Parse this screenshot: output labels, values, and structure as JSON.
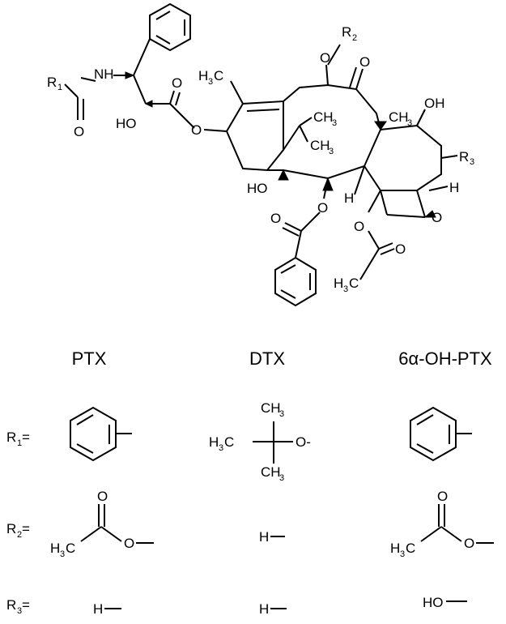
{
  "structure_labels": {
    "r1": "R",
    "r1_sub": "1",
    "nh": "NH",
    "o_amide": "O",
    "ho_side": "HO",
    "o_ester": "O",
    "o_ester_link": "O",
    "h3c_top": "H",
    "h3c_top_sub": "3",
    "h3c_top_c": "C",
    "o_r2": "O",
    "r2": "R",
    "r2_sub": "2",
    "o_ketone": "O",
    "ch3_a": "CH",
    "ch3_a_sub": "3",
    "ch3_b": "CH",
    "ch3_b_sub": "3",
    "ch3_c": "CH",
    "ch3_c_sub": "3",
    "oh_top": "OH",
    "r3": "R",
    "r3_sub": "3",
    "ho_ring": "HO",
    "h_ring": "H",
    "h_right": "H",
    "o_benzoyl": "O",
    "o_benzoyl_carbonyl": "O",
    "o_oxetane": "O",
    "o_acetyl": "O",
    "o_acetyl_carbonyl": "O",
    "h3c_acetyl": "H",
    "h3c_acetyl_sub": "3",
    "h3c_acetyl_c": "C"
  },
  "columns": [
    "PTX",
    "DTX",
    "6α-OH-PTX"
  ],
  "rows": {
    "r1_label": "R",
    "r1_sub": "1",
    "r1_eq": " =",
    "r2_label": "R",
    "r2_sub": "2",
    "r2_eq": " =",
    "r3_label": "R",
    "r3_sub": "3",
    "r3_eq": " ="
  },
  "substituents": {
    "dtx_r1_ch3_top": "CH",
    "dtx_r1_ch3_top_sub": "3",
    "dtx_r1_h3c": "H",
    "dtx_r1_h3c_sub": "3",
    "dtx_r1_h3c_c": "C",
    "dtx_r1_o": "O-",
    "dtx_r1_ch3_bot": "CH",
    "dtx_r1_ch3_bot_sub": "3",
    "ac_o_carbonyl": "O",
    "ac_h3c": "H",
    "ac_h3c_sub": "3",
    "ac_h3c_c": "C",
    "ac_o": "O",
    "dtx_r2_h": "H",
    "ptx_r3_h": "H",
    "dtx_r3_h": "H",
    "oh_r3_ho": "HO"
  }
}
